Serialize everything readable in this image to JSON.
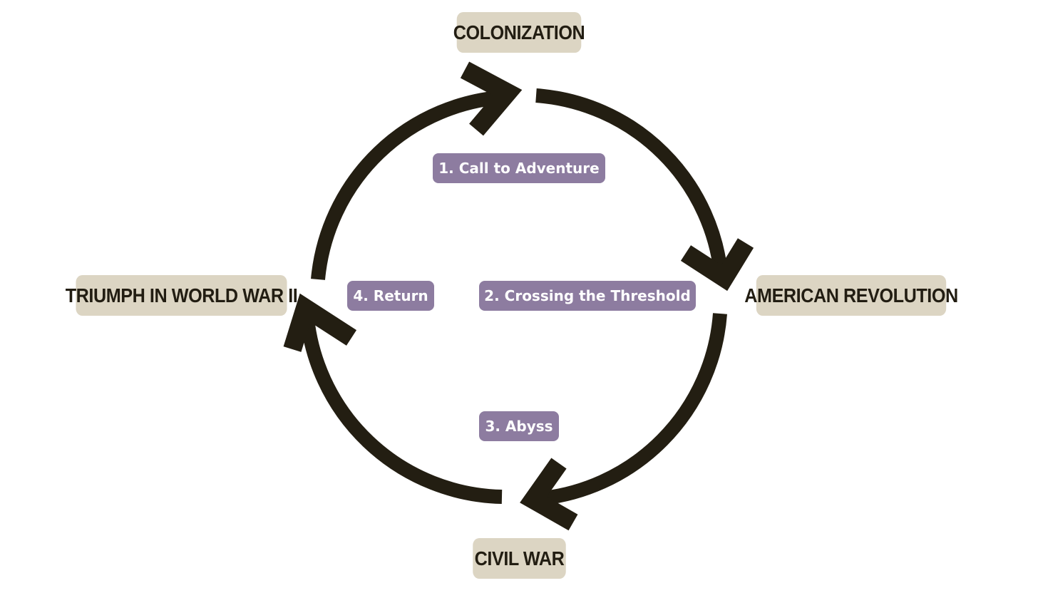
{
  "eras": {
    "colonization": "COLONIZATION",
    "american_revolution": "AMERICAN REVOLUTION",
    "civil_war": "CIVIL WAR",
    "triumph_ww2": "TRIUMPH IN WORLD WAR II"
  },
  "stages": {
    "call_to_adventure": "1. Call to Adventure",
    "crossing_threshold": "2. Crossing the Threshold",
    "abyss": "3. Abyss",
    "return": "4. Return"
  },
  "colors": {
    "arrow": "#231e12",
    "era_box": "#dcd5c3",
    "era_text": "#221d12",
    "stage_box": "#8d7ca0",
    "stage_text": "#ffffff",
    "background": "#ffffff"
  },
  "icons": {
    "arrows": "curved-arrow-icon",
    "direction": "clockwise"
  }
}
